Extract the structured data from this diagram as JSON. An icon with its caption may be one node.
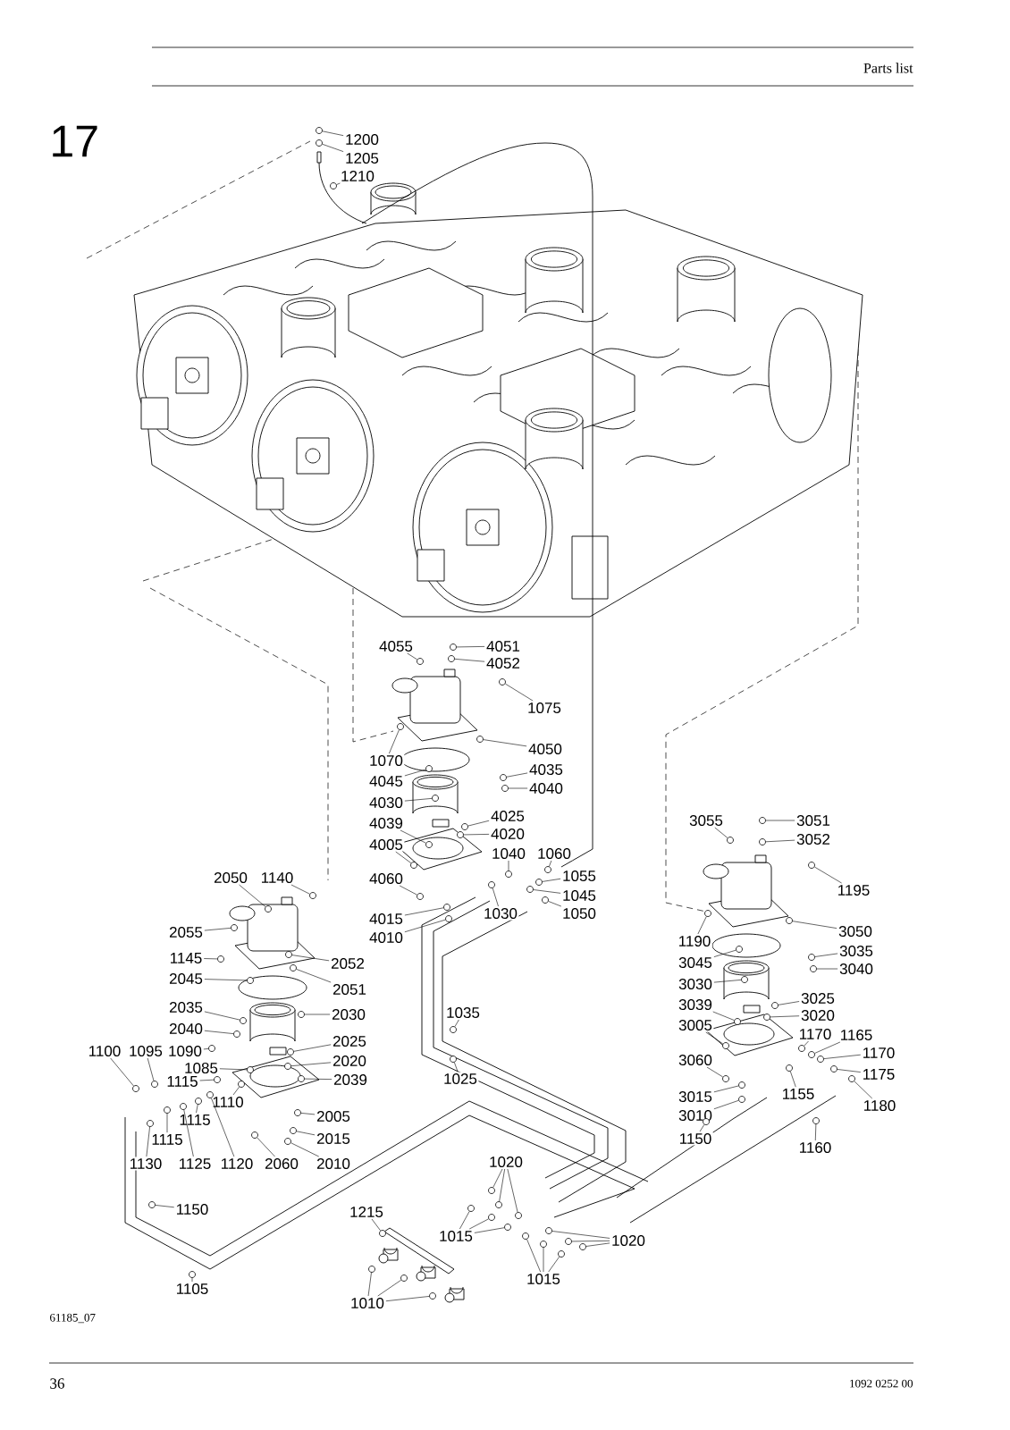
{
  "diagram": {
    "nodes": [
      {
        "text": [
          "1200"
        ]
      },
      {
        "text": [
          "1205"
        ]
      },
      {
        "text": [
          "1210"
        ]
      },
      {
        "text": [
          "4055"
        ]
      },
      {
        "text": [
          "4051"
        ]
      },
      {
        "text": [
          "4052"
        ]
      },
      {
        "text": [
          "1075"
        ]
      },
      {
        "text": [
          "1070"
        ]
      },
      {
        "text": [
          "4050"
        ]
      },
      {
        "text": [
          "4045"
        ]
      },
      {
        "text": [
          "4035"
        ]
      },
      {
        "text": [
          "4040"
        ]
      },
      {
        "text": [
          "4030"
        ]
      },
      {
        "text": [
          "4025"
        ]
      },
      {
        "text": [
          "4039"
        ]
      },
      {
        "text": [
          "4020"
        ]
      },
      {
        "text": [
          "4005"
        ]
      },
      {
        "text": [
          "1040"
        ]
      },
      {
        "text": [
          "1060"
        ]
      },
      {
        "text": [
          "4060"
        ]
      },
      {
        "text": [
          "1055"
        ]
      },
      {
        "text": [
          "1045"
        ]
      },
      {
        "text": [
          "1050"
        ]
      },
      {
        "text": [
          "1030"
        ]
      },
      {
        "text": [
          "4015"
        ]
      },
      {
        "text": [
          "4010"
        ]
      },
      {
        "text": [
          "3055"
        ]
      },
      {
        "text": [
          "3051"
        ]
      },
      {
        "text": [
          "3052"
        ]
      },
      {
        "text": [
          "1195"
        ]
      },
      {
        "text": [
          "1190"
        ]
      },
      {
        "text": [
          "3050"
        ]
      },
      {
        "text": [
          "3045"
        ]
      },
      {
        "text": [
          "3035"
        ]
      },
      {
        "text": [
          "3040"
        ]
      },
      {
        "text": [
          "3030"
        ]
      },
      {
        "text": [
          "3025"
        ]
      },
      {
        "text": [
          "3039"
        ]
      },
      {
        "text": [
          "3020"
        ]
      },
      {
        "text": [
          "3005"
        ]
      },
      {
        "text": [
          "1170"
        ]
      },
      {
        "text": [
          "1165"
        ]
      },
      {
        "text": [
          "1170"
        ]
      },
      {
        "text": [
          "3060"
        ]
      },
      {
        "text": [
          "1175"
        ]
      },
      {
        "text": [
          "1155"
        ]
      },
      {
        "text": [
          "3015"
        ]
      },
      {
        "text": [
          "1180"
        ]
      },
      {
        "text": [
          "3010"
        ]
      },
      {
        "text": [
          "1150"
        ]
      },
      {
        "text": [
          "1160"
        ]
      },
      {
        "text": [
          "2050"
        ]
      },
      {
        "text": [
          "1140"
        ]
      },
      {
        "text": [
          "2055"
        ]
      },
      {
        "text": [
          "1145"
        ]
      },
      {
        "text": [
          "2052"
        ]
      },
      {
        "text": [
          "2045"
        ]
      },
      {
        "text": [
          "2051"
        ]
      },
      {
        "text": [
          "2035"
        ]
      },
      {
        "text": [
          "2030"
        ]
      },
      {
        "text": [
          "2040"
        ]
      },
      {
        "text": [
          "2025"
        ]
      },
      {
        "text": [
          "1100"
        ]
      },
      {
        "text": [
          "1095"
        ]
      },
      {
        "text": [
          "1090"
        ]
      },
      {
        "text": [
          "2020"
        ]
      },
      {
        "text": [
          "1085"
        ]
      },
      {
        "text": [
          "1115"
        ]
      },
      {
        "text": [
          "2039"
        ]
      },
      {
        "text": [
          "1110"
        ]
      },
      {
        "text": [
          "2005"
        ]
      },
      {
        "text": [
          "1115"
        ]
      },
      {
        "text": [
          "2015"
        ]
      },
      {
        "text": [
          "1115"
        ]
      },
      {
        "text": [
          "1130"
        ]
      },
      {
        "text": [
          "1125"
        ]
      },
      {
        "text": [
          "1120"
        ]
      },
      {
        "text": [
          "2060"
        ]
      },
      {
        "text": [
          "2010"
        ]
      },
      {
        "text": [
          "1035"
        ]
      },
      {
        "text": [
          "1025"
        ]
      },
      {
        "text": [
          "1020"
        ]
      },
      {
        "text": [
          "1150"
        ]
      },
      {
        "text": [
          "1215"
        ]
      },
      {
        "text": [
          "1015"
        ]
      },
      {
        "text": [
          "1020"
        ]
      },
      {
        "text": [
          "1015"
        ]
      },
      {
        "text": [
          "1105"
        ]
      },
      {
        "text": [
          "1010"
        ]
      },
      {
        "text": [],
        "shape": "circle"
      },
      {
        "text": [],
        "shape": "circle"
      },
      {
        "text": [],
        "shape": "circle"
      },
      {
        "text": [],
        "shape": "circle"
      },
      {
        "text": [],
        "shape": "circle"
      },
      {
        "text": [],
        "shape": "circle"
      },
      {
        "text": [],
        "shape": "circle"
      },
      {
        "text": [],
        "shape": "circle"
      },
      {
        "text": [],
        "shape": "circle"
      },
      {
        "text": [],
        "shape": "circle"
      },
      {
        "text": [],
        "shape": "circle"
      },
      {
        "text": [],
        "shape": "circle"
      },
      {
        "text": [],
        "shape": "circle"
      },
      {
        "text": [],
        "shape": "circle"
      },
      {
        "text": [],
        "shape": "circle"
      },
      {
        "text": [],
        "shape": "circle"
      },
      {
        "text": [],
        "shape": "circle"
      },
      {
        "text": [],
        "shape": "circle"
      },
      {
        "text": [],
        "shape": "circle"
      },
      {
        "text": [],
        "shape": "circle"
      },
      {
        "text": [],
        "shape": "circle"
      },
      {
        "text": [],
        "shape": "circle"
      },
      {
        "text": [],
        "shape": "circle"
      },
      {
        "text": [],
        "shape": "circle"
      },
      {
        "text": [],
        "shape": "circle"
      },
      {
        "text": [],
        "shape": "circle"
      },
      {
        "text": [],
        "shape": "circle"
      },
      {
        "text": [],
        "shape": "circle"
      },
      {
        "text": [],
        "shape": "circle"
      },
      {
        "text": [],
        "shape": "circle"
      },
      {
        "text": [],
        "shape": "circle"
      },
      {
        "text": [],
        "shape": "circle"
      },
      {
        "text": [],
        "shape": "circle"
      },
      {
        "text": [],
        "shape": "circle"
      },
      {
        "text": [],
        "shape": "circle"
      },
      {
        "text": [],
        "shape": "circle"
      },
      {
        "text": [],
        "shape": "circle"
      },
      {
        "text": [],
        "shape": "circle"
      },
      {
        "text": [],
        "shape": "circle"
      },
      {
        "text": [],
        "shape": "circle"
      },
      {
        "text": [],
        "shape": "circle"
      },
      {
        "text": [],
        "shape": "circle"
      },
      {
        "text": [],
        "shape": "circle"
      },
      {
        "text": [],
        "shape": "circle"
      },
      {
        "text": [],
        "shape": "circle"
      },
      {
        "text": [],
        "shape": "circle"
      },
      {
        "text": [],
        "shape": "circle"
      },
      {
        "text": [],
        "shape": "circle"
      },
      {
        "text": [],
        "shape": "circle"
      },
      {
        "text": [],
        "shape": "circle"
      },
      {
        "text": [],
        "shape": "circle"
      },
      {
        "text": [],
        "shape": "circle"
      },
      {
        "text": [],
        "shape": "circle"
      },
      {
        "text": [],
        "shape": "circle"
      },
      {
        "text": [],
        "shape": "circle"
      },
      {
        "text": [],
        "shape": "circle"
      },
      {
        "text": [],
        "shape": "circle"
      },
      {
        "text": [],
        "shape": "circle"
      },
      {
        "text": [],
        "shape": "circle"
      },
      {
        "text": [],
        "shape": "circle"
      },
      {
        "text": [],
        "shape": "circle"
      },
      {
        "text": [],
        "shape": "circle"
      },
      {
        "text": [],
        "shape": "circle"
      },
      {
        "text": [],
        "shape": "circle"
      },
      {
        "text": [],
        "shape": "circle"
      },
      {
        "text": [],
        "shape": "circle"
      },
      {
        "text": [],
        "shape": "circle"
      },
      {
        "text": [],
        "shape": "circle"
      },
      {
        "text": [],
        "shape": "circle"
      },
      {
        "text": [],
        "shape": "circle"
      },
      {
        "text": [],
        "shape": "circle"
      },
      {
        "text": [],
        "shape": "circle"
      },
      {
        "text": [],
        "shape": "circle"
      },
      {
        "text": [],
        "shape": "circle"
      },
      {
        "text": [],
        "shape": "circle"
      },
      {
        "text": [],
        "shape": "circle"
      },
      {
        "text": [],
        "shape": "circle"
      },
      {
        "text": [],
        "shape": "circle"
      },
      {
        "text": [],
        "shape": "circle"
      },
      {
        "text": [],
        "shape": "circle"
      },
      {
        "text": [],
        "shape": "circle"
      },
      {
        "text": [],
        "shape": "circle"
      },
      {
        "text": [],
        "shape": "circle"
      },
      {
        "text": [],
        "shape": "circle"
      },
      {
        "text": [],
        "shape": "circle"
      },
      {
        "text": [],
        "shape": "circle"
      },
      {
        "text": [],
        "shape": "circle"
      },
      {
        "text": [],
        "shape": "circle"
      },
      {
        "text": [],
        "shape": "circle"
      },
      {
        "text": [],
        "shape": "circle"
      },
      {
        "text": [],
        "shape": "circle"
      },
      {
        "text": [],
        "shape": "circle"
      },
      {
        "text": [],
        "shape": "circle"
      },
      {
        "text": [],
        "shape": "circle"
      },
      {
        "text": [],
        "shape": "circle"
      },
      {
        "text": [],
        "shape": "circle"
      },
      {
        "text": [],
        "shape": "circle"
      },
      {
        "text": [],
        "shape": "circle"
      },
      {
        "text": [],
        "shape": "circle"
      }
    ],
    "edges": [
      {
        "from": 0,
        "to": 89,
        "arrow": "none"
      },
      {
        "from": 1,
        "to": 90,
        "arrow": "none"
      },
      {
        "from": 2,
        "to": 91,
        "arrow": "none"
      },
      {
        "from": 3,
        "to": 92,
        "arrow": "none"
      },
      {
        "from": 4,
        "to": 93,
        "arrow": "none"
      },
      {
        "from": 5,
        "to": 94,
        "arrow": "none"
      },
      {
        "from": 6,
        "to": 95,
        "arrow": "none"
      },
      {
        "from": 7,
        "to": 96,
        "arrow": "none"
      },
      {
        "from": 8,
        "to": 97,
        "arrow": "none"
      },
      {
        "from": 9,
        "to": 98,
        "arrow": "none"
      },
      {
        "from": 10,
        "to": 99,
        "arrow": "none"
      },
      {
        "from": 11,
        "to": 100,
        "arrow": "none"
      },
      {
        "from": 12,
        "to": 101,
        "arrow": "none"
      },
      {
        "from": 13,
        "to": 102,
        "arrow": "none"
      },
      {
        "from": 14,
        "to": 103,
        "arrow": "none"
      },
      {
        "from": 15,
        "to": 104,
        "arrow": "none"
      },
      {
        "from": 16,
        "to": 105,
        "arrow": "none"
      },
      {
        "from": 17,
        "to": 106,
        "arrow": "none"
      },
      {
        "from": 18,
        "to": 107,
        "arrow": "none"
      },
      {
        "from": 19,
        "to": 108,
        "arrow": "none"
      },
      {
        "from": 20,
        "to": 109,
        "arrow": "none"
      },
      {
        "from": 21,
        "to": 110,
        "arrow": "none"
      },
      {
        "from": 22,
        "to": 111,
        "arrow": "none"
      },
      {
        "from": 23,
        "to": 112,
        "arrow": "none"
      },
      {
        "from": 24,
        "to": 113,
        "arrow": "none"
      },
      {
        "from": 25,
        "to": 114,
        "arrow": "none"
      },
      {
        "from": 26,
        "to": 115,
        "arrow": "none"
      },
      {
        "from": 27,
        "to": 116,
        "arrow": "none"
      },
      {
        "from": 28,
        "to": 117,
        "arrow": "none"
      },
      {
        "from": 29,
        "to": 118,
        "arrow": "none"
      },
      {
        "from": 30,
        "to": 119,
        "arrow": "none"
      },
      {
        "from": 31,
        "to": 120,
        "arrow": "none"
      },
      {
        "from": 32,
        "to": 121,
        "arrow": "none"
      },
      {
        "from": 33,
        "to": 122,
        "arrow": "none"
      },
      {
        "from": 34,
        "to": 123,
        "arrow": "none"
      },
      {
        "from": 35,
        "to": 124,
        "arrow": "none"
      },
      {
        "from": 36,
        "to": 125,
        "arrow": "none"
      },
      {
        "from": 37,
        "to": 126,
        "arrow": "none"
      },
      {
        "from": 38,
        "to": 127,
        "arrow": "none"
      },
      {
        "from": 39,
        "to": 128,
        "arrow": "none"
      },
      {
        "from": 40,
        "to": 129,
        "arrow": "none"
      },
      {
        "from": 41,
        "to": 130,
        "arrow": "none"
      },
      {
        "from": 42,
        "to": 131,
        "arrow": "none"
      },
      {
        "from": 43,
        "to": 132,
        "arrow": "none"
      },
      {
        "from": 44,
        "to": 133,
        "arrow": "none"
      },
      {
        "from": 45,
        "to": 134,
        "arrow": "none"
      },
      {
        "from": 46,
        "to": 135,
        "arrow": "none"
      },
      {
        "from": 47,
        "to": 136,
        "arrow": "none"
      },
      {
        "from": 48,
        "to": 137,
        "arrow": "none"
      },
      {
        "from": 49,
        "to": 138,
        "arrow": "none"
      },
      {
        "from": 50,
        "to": 139,
        "arrow": "none"
      },
      {
        "from": 51,
        "to": 140,
        "arrow": "none"
      },
      {
        "from": 52,
        "to": 141,
        "arrow": "none"
      },
      {
        "from": 53,
        "to": 142,
        "arrow": "none"
      },
      {
        "from": 54,
        "to": 143,
        "arrow": "none"
      },
      {
        "from": 55,
        "to": 144,
        "arrow": "none"
      },
      {
        "from": 56,
        "to": 145,
        "arrow": "none"
      },
      {
        "from": 57,
        "to": 146,
        "arrow": "none"
      },
      {
        "from": 58,
        "to": 147,
        "arrow": "none"
      },
      {
        "from": 59,
        "to": 148,
        "arrow": "none"
      },
      {
        "from": 60,
        "to": 149,
        "arrow": "none"
      },
      {
        "from": 61,
        "to": 150,
        "arrow": "none"
      },
      {
        "from": 62,
        "to": 151,
        "arrow": "none"
      },
      {
        "from": 63,
        "to": 152,
        "arrow": "none"
      },
      {
        "from": 64,
        "to": 153,
        "arrow": "none"
      },
      {
        "from": 65,
        "to": 154,
        "arrow": "none"
      },
      {
        "from": 66,
        "to": 155,
        "arrow": "none"
      },
      {
        "from": 67,
        "to": 156,
        "arrow": "none"
      },
      {
        "from": 68,
        "to": 157,
        "arrow": "none"
      },
      {
        "from": 69,
        "to": 158,
        "arrow": "none"
      },
      {
        "from": 70,
        "to": 159,
        "arrow": "none"
      },
      {
        "from": 71,
        "to": 160,
        "arrow": "none"
      },
      {
        "from": 72,
        "to": 161,
        "arrow": "none"
      },
      {
        "from": 73,
        "to": 162,
        "arrow": "none"
      },
      {
        "from": 74,
        "to": 163,
        "arrow": "none"
      },
      {
        "from": 75,
        "to": 164,
        "arrow": "none"
      },
      {
        "from": 76,
        "to": 165,
        "arrow": "none"
      },
      {
        "from": 77,
        "to": 166,
        "arrow": "none"
      },
      {
        "from": 78,
        "to": 167,
        "arrow": "none"
      },
      {
        "from": 79,
        "to": 168,
        "arrow": "none"
      },
      {
        "from": 80,
        "to": 169,
        "arrow": "none"
      },
      {
        "from": 81,
        "to": 170,
        "arrow": "none"
      },
      {
        "from": 81,
        "to": 171,
        "arrow": "none"
      },
      {
        "from": 81,
        "to": 172,
        "arrow": "none"
      },
      {
        "from": 82,
        "to": 173,
        "arrow": "none"
      },
      {
        "from": 83,
        "to": 174,
        "arrow": "none"
      },
      {
        "from": 84,
        "to": 175,
        "arrow": "none"
      },
      {
        "from": 84,
        "to": 176,
        "arrow": "none"
      },
      {
        "from": 84,
        "to": 177,
        "arrow": "none"
      },
      {
        "from": 85,
        "to": 178,
        "arrow": "none"
      },
      {
        "from": 85,
        "to": 179,
        "arrow": "none"
      },
      {
        "from": 85,
        "to": 180,
        "arrow": "none"
      },
      {
        "from": 86,
        "to": 181,
        "arrow": "none"
      },
      {
        "from": 86,
        "to": 182,
        "arrow": "none"
      },
      {
        "from": 86,
        "to": 183,
        "arrow": "none"
      },
      {
        "from": 87,
        "to": 184,
        "arrow": "none"
      },
      {
        "from": 88,
        "to": 185,
        "arrow": "none"
      },
      {
        "from": 88,
        "to": 186,
        "arrow": "none"
      },
      {
        "from": 88,
        "to": 187,
        "arrow": "none"
      }
    ],
    "labels": [
      "Parts list",
      "17",
      "61185_07",
      "36",
      "1092 0252 00"
    ]
  }
}
